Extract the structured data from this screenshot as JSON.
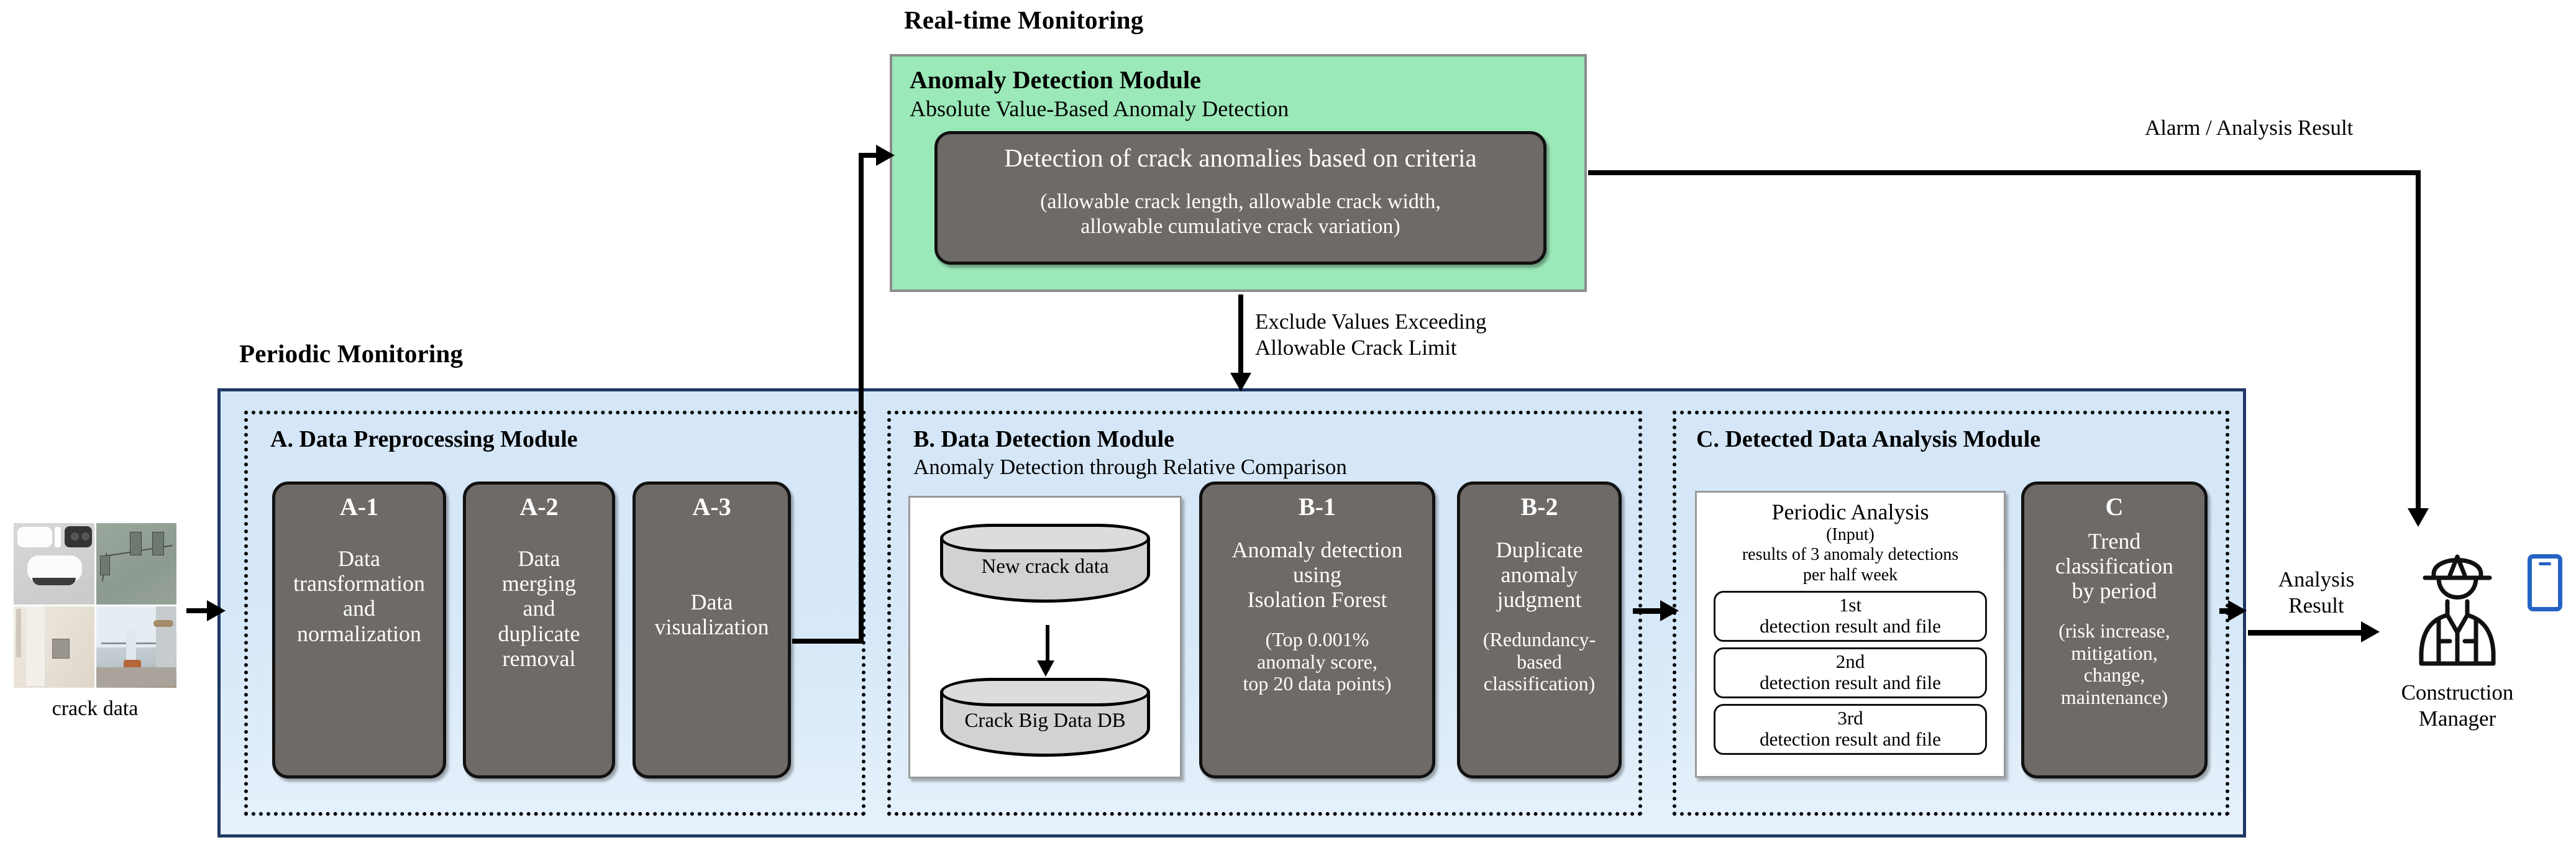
{
  "sections": {
    "realtime_title": "Real-time Monitoring",
    "periodic_title": "Periodic Monitoring"
  },
  "realtime": {
    "module_title": "Anomaly Detection Module",
    "module_subtitle": "Absolute Value-Based Anomaly Detection",
    "process": {
      "headline": "Detection of crack anomalies based on criteria",
      "note_line1": "(allowable crack length, allowable crack width,",
      "note_line2": "allowable cumulative crack variation)"
    }
  },
  "flows": {
    "exclude_line1": "Exclude Values Exceeding",
    "exclude_line2": "Allowable Crack Limit",
    "alarm_result": "Alarm / Analysis Result",
    "analysis_result_line1": "Analysis",
    "analysis_result_line2": "Result"
  },
  "input": {
    "caption": "crack data"
  },
  "actor": {
    "caption_line1": "Construction",
    "caption_line2": "Manager"
  },
  "module_a": {
    "title": "A. Data Preprocessing Module",
    "steps": [
      {
        "tag": "A-1",
        "body": "Data\ntransformation\nand\nnormalization"
      },
      {
        "tag": "A-2",
        "body": "Data\nmerging\nand\nduplicate\nremoval"
      },
      {
        "tag": "A-3",
        "body": "Data\nvisualization"
      }
    ]
  },
  "module_b": {
    "title": "B. Data Detection Module",
    "subtitle": "Anomaly Detection through Relative Comparison",
    "db": {
      "new_data": "New crack data",
      "big_data": "Crack Big Data DB"
    },
    "steps": [
      {
        "tag": "B-1",
        "body": "Anomaly detection\nusing\nIsolation Forest",
        "note": "(Top 0.001%\nanomaly score,\ntop 20 data points)"
      },
      {
        "tag": "B-2",
        "body": "Duplicate\nanomaly\njudgment",
        "note": "(Redundancy-\nbased\nclassification)"
      }
    ]
  },
  "module_c": {
    "title": "C. Detected Data Analysis Module",
    "periodic_analysis": {
      "title": "Periodic Analysis",
      "input_label": "(Input)",
      "description_line1": "results of 3 anomaly detections",
      "description_line2": "per half week",
      "detections": [
        {
          "ordinal": "1st",
          "text": "detection result and file"
        },
        {
          "ordinal": "2nd",
          "text": "detection result and file"
        },
        {
          "ordinal": "3rd",
          "text": "detection result and file"
        }
      ]
    },
    "trend": {
      "tag": "C",
      "body": "Trend\nclassification\nby period",
      "note": "(risk increase,\nmitigation,\nchange,\nmaintenance)"
    }
  },
  "colors": {
    "panel_fill": "#d7e8f8",
    "panel_border": "#1f3864",
    "realtime_fill": "#9be8b8",
    "process_fill": "#6e6a67",
    "accent_blue": "#2563c4"
  }
}
